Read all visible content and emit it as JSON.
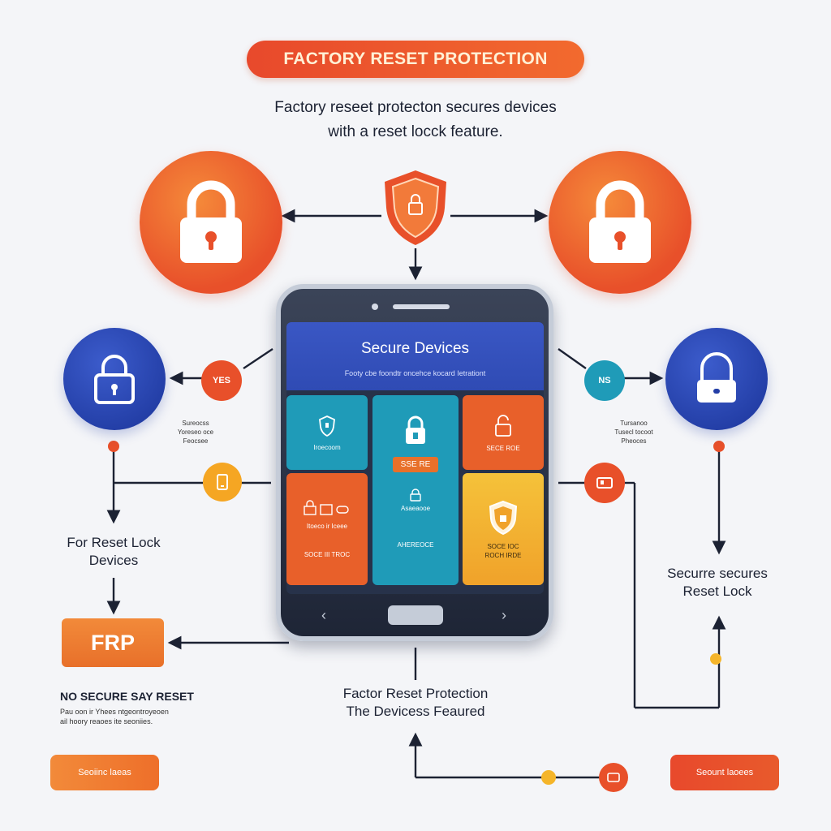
{
  "title": "FACTORY RESET PROTECTION",
  "subtitle": {
    "line1": "Factory reseet protecton secures devices",
    "line2": "with a reset locck feature."
  },
  "badges": {
    "yes": "YES",
    "no": "NS"
  },
  "left_note": {
    "line1": "Sureocss",
    "line2": "Yoreseo oce",
    "line3": "Feocsee"
  },
  "right_note": {
    "line1": "Tursanoo",
    "line2": "Tusecl tocoot",
    "line3": "Pheoces"
  },
  "left_label": {
    "line1": "For Reset Lock",
    "line2": "Devices"
  },
  "right_label": {
    "line1": "Securre secures",
    "line2": "Reset Lock"
  },
  "frp": "FRP",
  "no_secure": {
    "heading": "NO SECURE SAY RESET",
    "line1": "Pau oon ir Yhees ntgeontroyeoen",
    "line2": "ail hoory reaoes ite seoniies."
  },
  "bottom_center": {
    "line1": "Factor Reset Protection",
    "line2": "The Devicess Feaured"
  },
  "bottom_buttons": {
    "left": "Seoiinc laeas",
    "right": "Seount laoees"
  },
  "phone": {
    "screen_title": "Secure Devices",
    "screen_subtitle": "Footy cbe foondtr oncehce kocard Ietrationt",
    "tiles": {
      "t1": "Iroecoom",
      "t2": "SSE RE",
      "t3": "SECE ROE",
      "t4": "Itoeco ir Iceee",
      "t4b": "SOCE III TROC",
      "t5": "Asaeaooe",
      "t5b": "AHEREOCE",
      "t6": "SOCE IOC",
      "t6b": "ROCH IRDE"
    }
  },
  "colors": {
    "orange": "#e8502a",
    "blue": "#2a45b0",
    "teal": "#1f9bb8",
    "dark": "#1c2233"
  }
}
